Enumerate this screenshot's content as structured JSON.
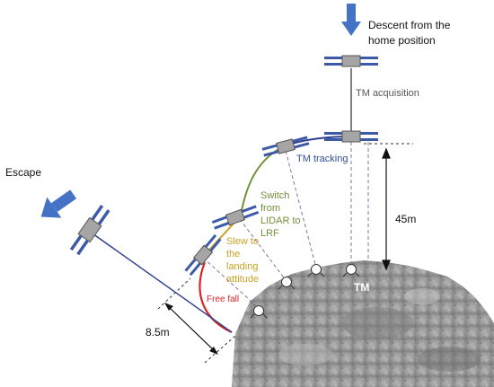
{
  "labels": {
    "descent_line1": "Descent from the",
    "descent_line2": "home position",
    "tm_acquisition": "TM acquisition",
    "tm_tracking": "TM tracking",
    "switch_line1": "Switch",
    "switch_line2": "from",
    "switch_line3": "LIDAR to",
    "switch_line4": "LRF",
    "slew_line1": "Slew to",
    "slew_line2": "the",
    "slew_line3": "landing",
    "slew_line4": "attitude",
    "free_fall": "Free fall",
    "escape": "Escape",
    "altitude": "45m",
    "offset": "8.5m",
    "tm": "TM"
  },
  "colors": {
    "arrow_blue": "#4472c4",
    "trajectory_navy": "#2e3f8f",
    "switch_green": "#70913a",
    "slew_gold": "#c9a32a",
    "free_fall_red": "#d9252a",
    "track_text": "#2f4f9a",
    "dashed_purple": "#8a6ea8",
    "panel_blue": "#3d5aa8",
    "body_gray": "#a5a5a5",
    "rock_gray": "#8c8c8c"
  }
}
